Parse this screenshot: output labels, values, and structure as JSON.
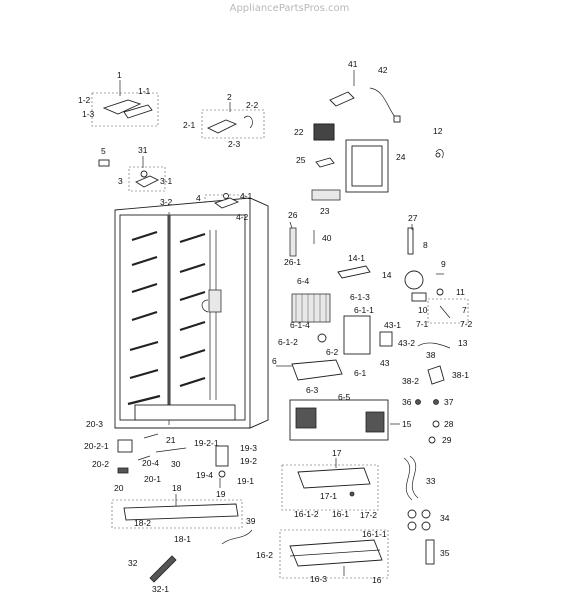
{
  "watermark": "AppliancePartsPros.com",
  "labels": [
    "1",
    "1-1",
    "1-2",
    "1-3",
    "2",
    "2-1",
    "2-2",
    "2-3",
    "3",
    "3-1",
    "3-2",
    "4",
    "4-1",
    "4-2",
    "5",
    "6",
    "6-1",
    "6-1-1",
    "6-1-2",
    "6-1-3",
    "6-1-4",
    "6-2",
    "6-3",
    "6-4",
    "6-5",
    "7",
    "7-1",
    "7-2",
    "8",
    "9",
    "10",
    "11",
    "12",
    "13",
    "14",
    "14-1",
    "15",
    "16",
    "16-1",
    "16-1-1",
    "16-1-2",
    "16-2",
    "16-3",
    "17",
    "17-1",
    "17-2",
    "18",
    "18-1",
    "18-2",
    "19",
    "19-1",
    "19-2",
    "19-2-1",
    "19-3",
    "19-4",
    "20",
    "20-1",
    "20-2",
    "20-2-1",
    "20-3",
    "20-4",
    "21",
    "22",
    "23",
    "24",
    "25",
    "26",
    "26-1",
    "27",
    "28",
    "29",
    "30",
    "31",
    "32",
    "32-1",
    "33",
    "34",
    "35",
    "36",
    "37",
    "38",
    "38-1",
    "38-2",
    "39",
    "40",
    "41",
    "42",
    "43",
    "43-1",
    "43-2"
  ]
}
